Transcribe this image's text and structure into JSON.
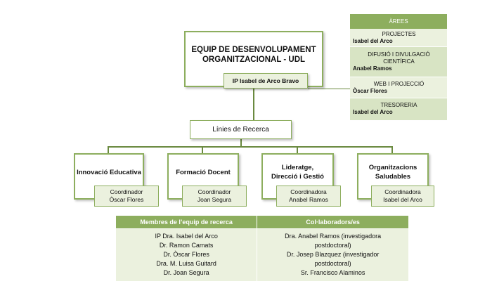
{
  "main": {
    "title_line1": "EQUIP DE DESENVOLUPAMENT",
    "title_line2": "ORGANITZACIONAL - UDL",
    "ip": "IP Isabel de Arco Bravo"
  },
  "lines": "Línies de Recerca",
  "areas": [
    {
      "title_line1": "Innovació Educativa",
      "title_line2": "",
      "coord_role": "Coordinador",
      "coord_name": "Òscar Flores"
    },
    {
      "title_line1": "Formació Docent",
      "title_line2": "",
      "coord_role": "Coordinador",
      "coord_name": "Joan Segura"
    },
    {
      "title_line1": "Lideratge,",
      "title_line2": "Direcció i Gestió",
      "coord_role": "Coordinadora",
      "coord_name": "Anabel Ramos"
    },
    {
      "title_line1": "Organitzacions",
      "title_line2": "Saludables",
      "coord_role": "Coordinadora",
      "coord_name": "Isabel del Arco"
    }
  ],
  "areas_panel": {
    "header": "ÀREES",
    "items": [
      {
        "line1": "PROJECTES",
        "line2": "",
        "person": "Isabel del Arco"
      },
      {
        "line1": "DIFUSIÓ I DIVULGACIÓ",
        "line2": "CIENTÍFICA",
        "person": "Anabel Ramos"
      },
      {
        "line1": "WEB I PROJECCIÓ",
        "line2": "",
        "person": "Òscar Flores"
      },
      {
        "line1": "TRESORERIA",
        "line2": "",
        "person": "Isabel del Arco"
      }
    ]
  },
  "table": {
    "col1_header": "Membres de l’equip de recerca",
    "col2_header": "Col·laboradors/es",
    "col1": [
      "IP Dra. Isabel del Arco",
      "Dr. Ramon Camats",
      "Dr. Òscar Flores",
      "Dra. M. Luisa Guitard",
      "Dr. Joan Segura"
    ],
    "col2": [
      "Dra. Anabel Ramos (investigadora",
      "postdoctoral)",
      "Dr. Josep Blazquez (investigador",
      "postdoctoral)",
      "Sr. Francisco Alaminos"
    ]
  },
  "colors": {
    "accent": "#8dae5e",
    "light": "#ebf1de",
    "connector": "#6a8a3f"
  }
}
